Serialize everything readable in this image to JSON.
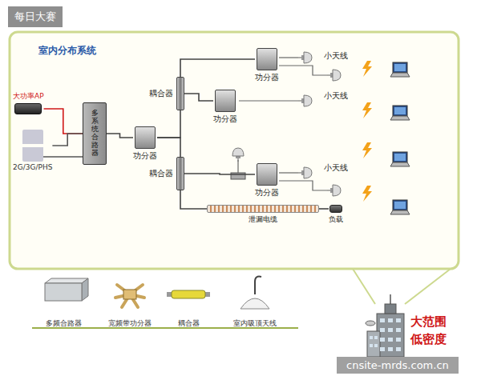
{
  "diagram": {
    "title": "室内分布系统",
    "nodes": [
      {
        "text": [
          "大功率AP"
        ]
      },
      {
        "text": [
          "2G/3G/PHS"
        ]
      },
      {
        "text": [
          "多系统合路器"
        ]
      },
      {
        "text": [
          "功分器"
        ]
      },
      {
        "text": [
          "耦合器"
        ]
      },
      {
        "text": [
          "耦合器"
        ]
      },
      {
        "text": [
          "功分器"
        ]
      },
      {
        "text": [
          "功分器"
        ]
      },
      {
        "text": [
          "功分器"
        ]
      },
      {
        "text": [
          "泄漏电缆"
        ]
      },
      {
        "text": [
          "负载"
        ]
      }
    ],
    "edges": [
      {
        "from": 0,
        "to": 2,
        "arrow": "none"
      },
      {
        "from": 1,
        "to": 2,
        "arrow": "none"
      },
      {
        "from": 2,
        "to": 3,
        "arrow": "none"
      },
      {
        "from": 3,
        "to": 4,
        "arrow": "none"
      },
      {
        "from": 3,
        "to": 5,
        "arrow": "none"
      },
      {
        "from": 4,
        "to": 6,
        "arrow": "none"
      },
      {
        "from": 4,
        "to": 7,
        "arrow": "none"
      },
      {
        "from": 5,
        "to": 8,
        "arrow": "none"
      },
      {
        "from": 5,
        "to": 9,
        "arrow": "none"
      },
      {
        "from": 9,
        "to": 10,
        "arrow": "none"
      }
    ],
    "labels": [
      "小天线",
      "小天线",
      "小天线",
      "大范围",
      "低密度",
      "每日大赛",
      "cnsite-mrds.com.cn"
    ],
    "legend": [
      {
        "text": "多频合路器"
      },
      {
        "text": "宽频带功分器"
      },
      {
        "text": "耦合器"
      },
      {
        "text": "室内吸顶天线"
      }
    ]
  }
}
